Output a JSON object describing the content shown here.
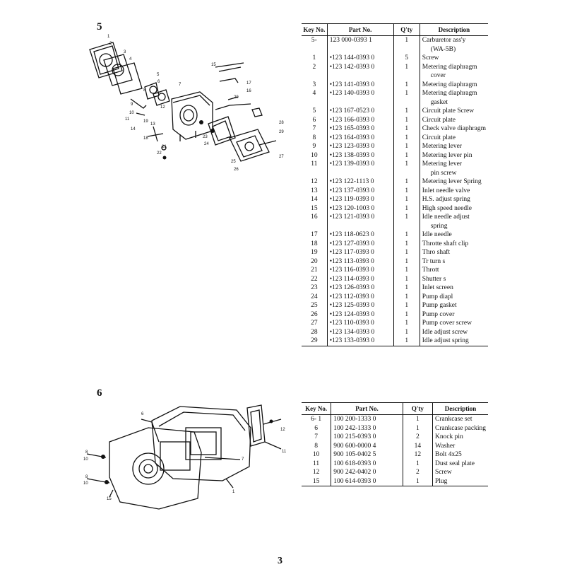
{
  "section5": {
    "number": "5",
    "headers": {
      "key": "Key No.",
      "part": "Part No.",
      "qty": "Q'ty",
      "desc": "Description"
    },
    "rows": [
      {
        "key": "5-",
        "part": "123 000-0393 1",
        "qty": "1",
        "desc": "Carburetor ass'y",
        "desc2": "(WA-5B)"
      },
      {
        "key": "1",
        "part": "•123 144-0393 0",
        "qty": "5",
        "desc": "Screw"
      },
      {
        "key": "2",
        "part": "•123 142-0393 0",
        "qty": "1",
        "desc": "Metering diaphragm",
        "desc2": "cover"
      },
      {
        "key": "3",
        "part": "•123 141-0393 0",
        "qty": "1",
        "desc": "Metering diaphragm"
      },
      {
        "key": "4",
        "part": "•123 140-0393 0",
        "qty": "1",
        "desc": "Metering diaphragm",
        "desc2": "gasket"
      },
      {
        "key": "5",
        "part": "•123 167-0523 0",
        "qty": "1",
        "desc": "Circuit plate Screw"
      },
      {
        "key": "6",
        "part": "•123 166-0393 0",
        "qty": "1",
        "desc": "Circuit plate"
      },
      {
        "key": "7",
        "part": "•123 165-0393 0",
        "qty": "1",
        "desc": "Check valve diaphragm"
      },
      {
        "key": "8",
        "part": "•123 164-0393 0",
        "qty": "1",
        "desc": "Circuit plate"
      },
      {
        "key": "9",
        "part": "•123 123-0393 0",
        "qty": "1",
        "desc": "Metering lever"
      },
      {
        "key": "10",
        "part": "•123 138-0393 0",
        "qty": "1",
        "desc": "Metering lever pin"
      },
      {
        "key": "11",
        "part": "•123 139-0393 0",
        "qty": "1",
        "desc": "Metering lever",
        "desc2": "pin screw"
      },
      {
        "key": "12",
        "part": "•123 122-1113 0",
        "qty": "1",
        "desc": "Metering lever Spring"
      },
      {
        "key": "13",
        "part": "•123 137-0393 0",
        "qty": "1",
        "desc": "Inlet needle valve"
      },
      {
        "key": "14",
        "part": "•123 119-0393 0",
        "qty": "1",
        "desc": "H.S. adjust spring"
      },
      {
        "key": "15",
        "part": "•123 120-1003 0",
        "qty": "1",
        "desc": "High speed needle"
      },
      {
        "key": "16",
        "part": "•123 121-0393 0",
        "qty": "1",
        "desc": "Idle needle adjust",
        "desc2": "spring"
      },
      {
        "key": "17",
        "part": "•123 118-0623 0",
        "qty": "1",
        "desc": "Idle needle"
      },
      {
        "key": "18",
        "part": "•123 127-0393 0",
        "qty": "1",
        "desc": "Throtte shaft clip"
      },
      {
        "key": "19",
        "part": "•123 117-0393 0",
        "qty": "1",
        "desc": "Thro shaft"
      },
      {
        "key": "20",
        "part": "•123 113-0393 0",
        "qty": "1",
        "desc": "Tr turn s"
      },
      {
        "key": "21",
        "part": "•123 116-0393 0",
        "qty": "1",
        "desc": "Thrott"
      },
      {
        "key": "22",
        "part": "•123 114-0393 0",
        "qty": "1",
        "desc": "Shutter s"
      },
      {
        "key": "23",
        "part": "•123 126-0393 0",
        "qty": "1",
        "desc": "Inlet screen"
      },
      {
        "key": "24",
        "part": "•123 112-0393 0",
        "qty": "1",
        "desc": "Pump diapl"
      },
      {
        "key": "25",
        "part": "•123 125-0393 0",
        "qty": "1",
        "desc": "Pump gasket"
      },
      {
        "key": "26",
        "part": "•123 124-0393 0",
        "qty": "1",
        "desc": "Pump cover"
      },
      {
        "key": "27",
        "part": "•123 110-0393 0",
        "qty": "1",
        "desc": "Pump cover screw"
      },
      {
        "key": "28",
        "part": "•123 134-0393 0",
        "qty": "1",
        "desc": "Idle adjust screw"
      },
      {
        "key": "29",
        "part": "•123 133-0393 0",
        "qty": "1",
        "desc": "Idle adjust spring"
      }
    ],
    "callouts": [
      "1",
      "2",
      "3",
      "4",
      "5",
      "6",
      "7",
      "8",
      "9",
      "10",
      "11",
      "12",
      "13",
      "14",
      "15",
      "16",
      "17",
      "18",
      "19",
      "20",
      "21",
      "22",
      "23",
      "24",
      "25",
      "26",
      "27",
      "28",
      "29"
    ]
  },
  "section6": {
    "number": "6",
    "headers": {
      "key": "Key No.",
      "part": "Part No.",
      "qty": "Q'ty",
      "desc": "Description"
    },
    "rows": [
      {
        "key": "6- 1",
        "part": "100 200-1333 0",
        "qty": "1",
        "desc": "Crankcase set"
      },
      {
        "key": "6",
        "part": "100 242-1333 0",
        "qty": "1",
        "desc": "Crankcase packing"
      },
      {
        "key": "7",
        "part": "100 215-0393 0",
        "qty": "2",
        "desc": "Knock pin"
      },
      {
        "key": "8",
        "part": "900 600-0000 4",
        "qty": "14",
        "desc": "Washer"
      },
      {
        "key": "10",
        "part": "900 105-0402 5",
        "qty": "12",
        "desc": "Bolt 4x25"
      },
      {
        "key": "11",
        "part": "100 618-0393 0",
        "qty": "1",
        "desc": "Dust seal plate"
      },
      {
        "key": "12",
        "part": "900 242-0402 0",
        "qty": "2",
        "desc": "Screw"
      },
      {
        "key": "15",
        "part": "100 614-0393 0",
        "qty": "1",
        "desc": "Plug"
      }
    ],
    "callouts": [
      "1",
      "6",
      "7",
      "8",
      "10",
      "11",
      "12",
      "15"
    ]
  },
  "page_number": "3"
}
